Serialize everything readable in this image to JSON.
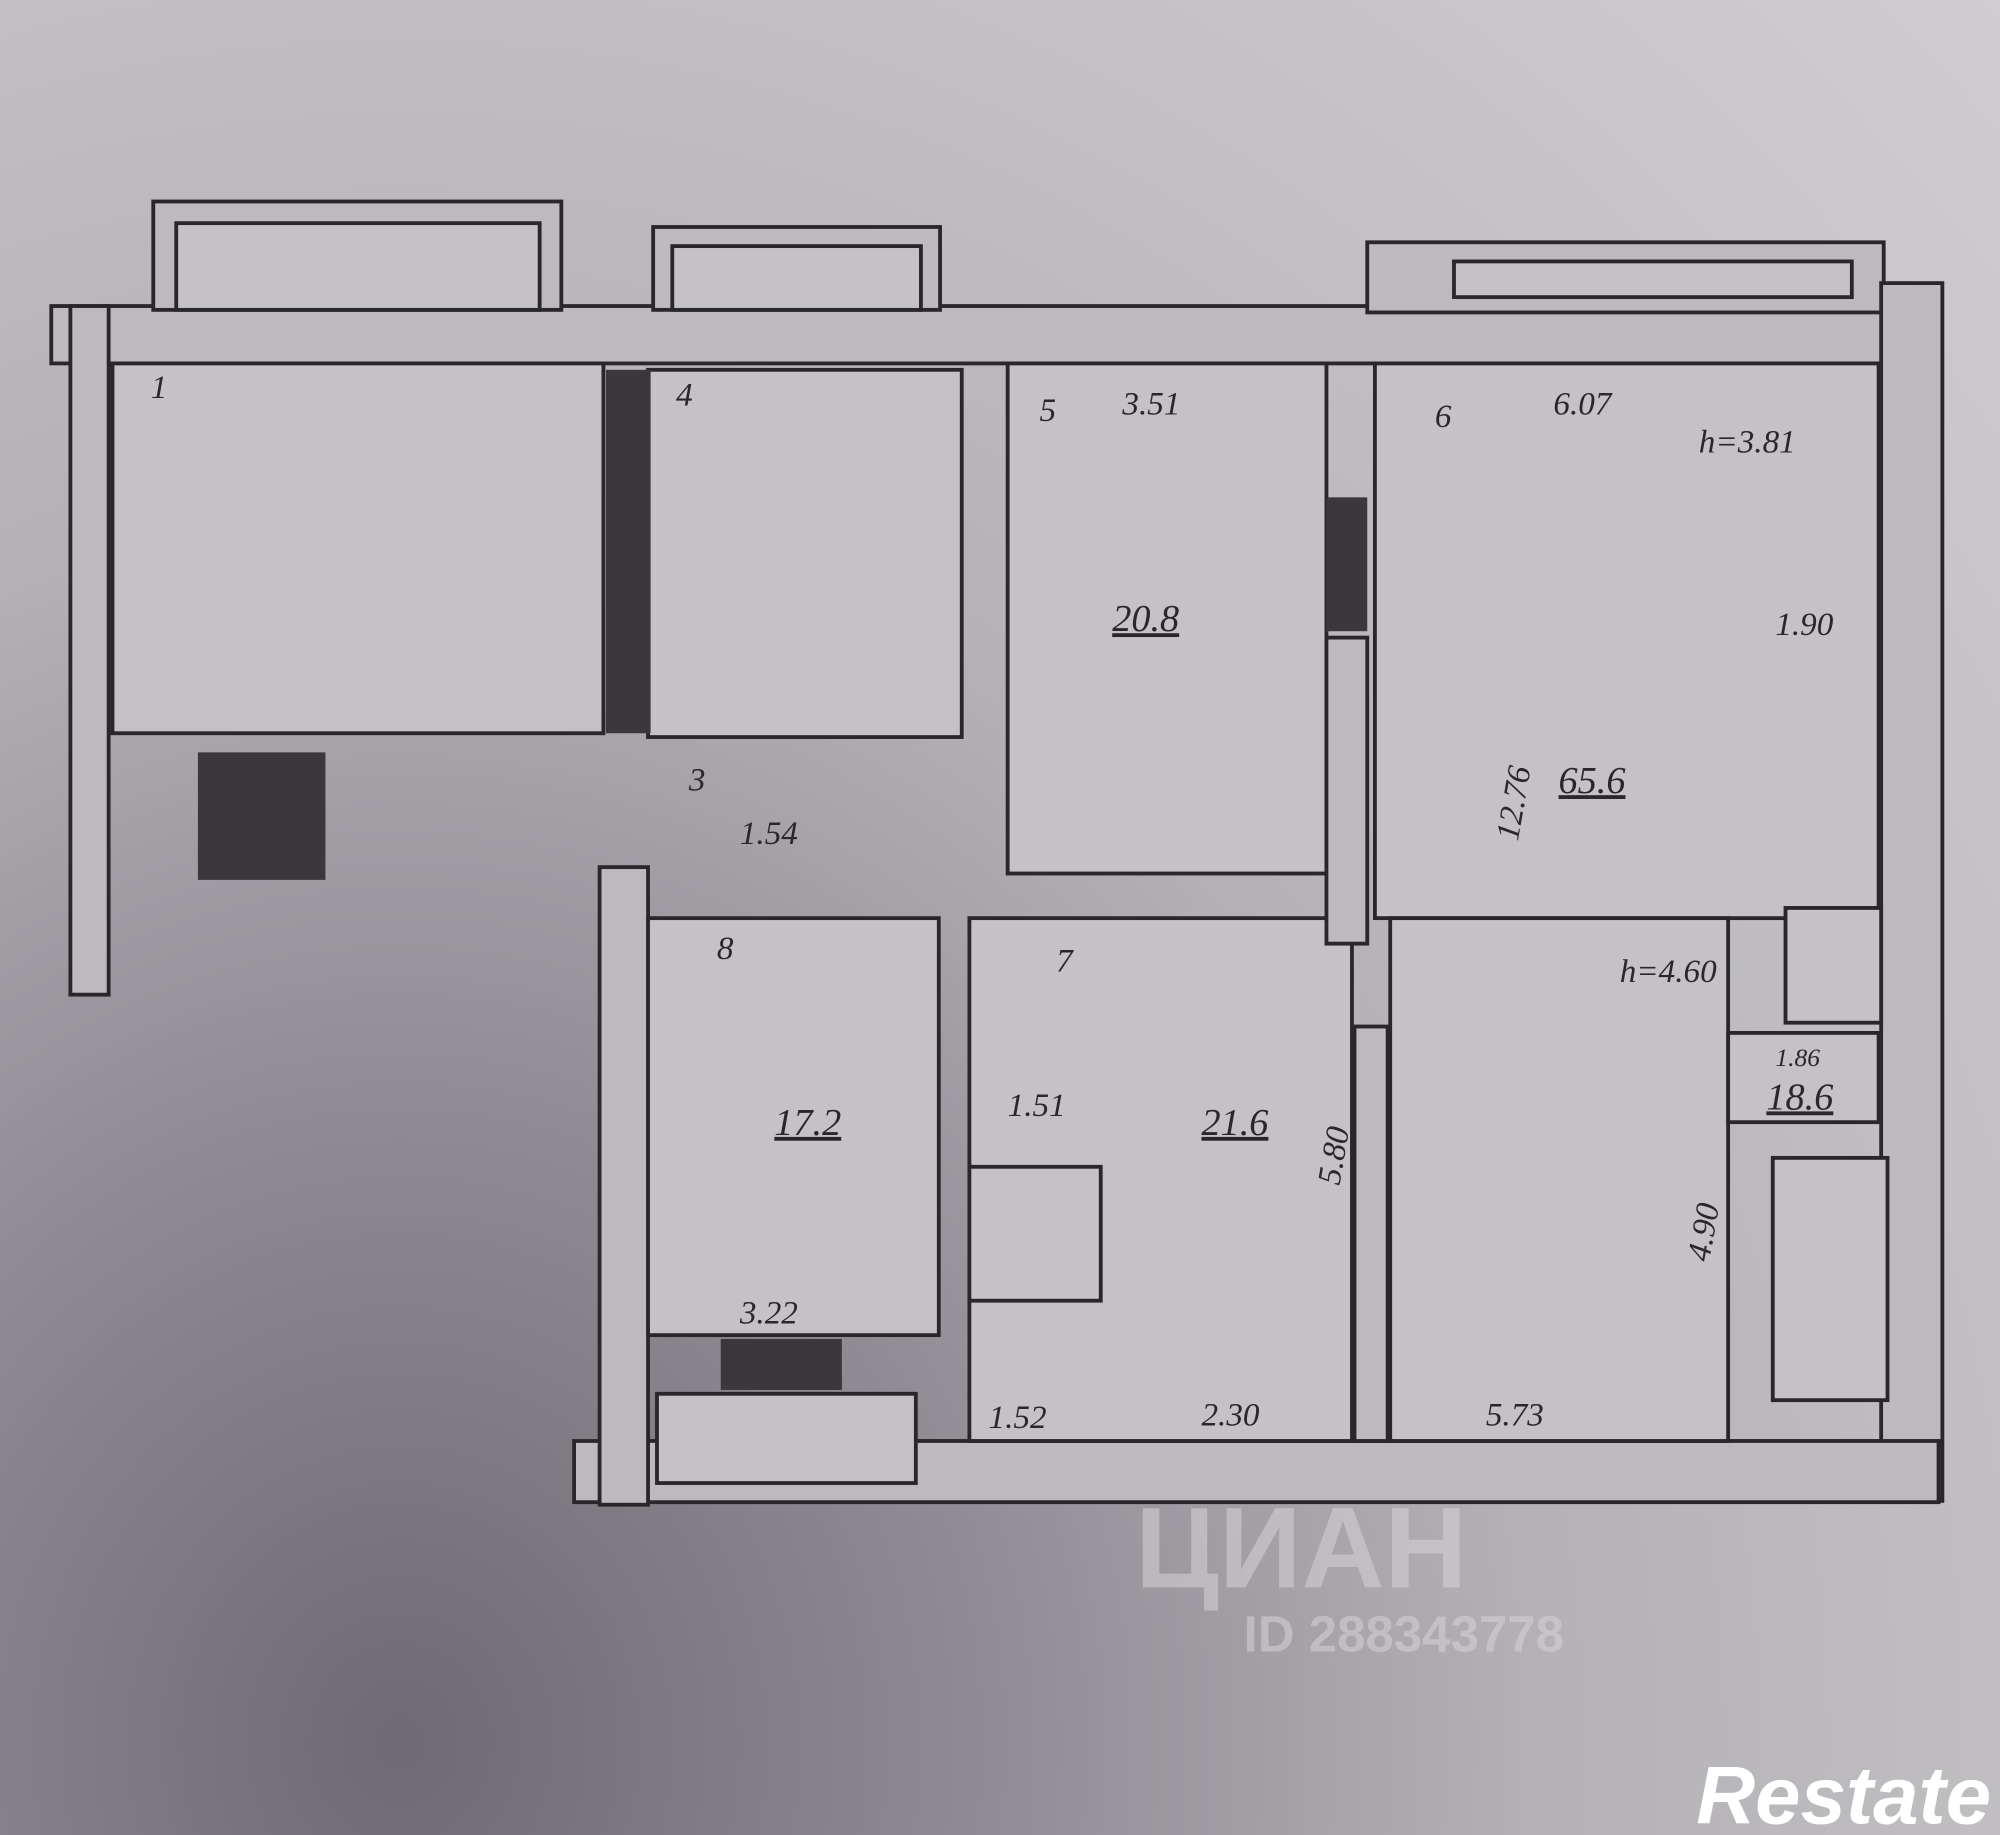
{
  "plan": {
    "room_numbers": [
      "1",
      "4",
      "5",
      "6",
      "3",
      "8",
      "7"
    ],
    "areas": [
      "20.8",
      "65.6",
      "17.2",
      "21.6",
      "18.6"
    ],
    "dimensions": [
      "3.51",
      "6.07",
      "h=3.81",
      "1.90",
      "12.76",
      "h=4.60",
      "1.54",
      "3.22",
      "1.51",
      "1.52",
      "2.30",
      "5.73",
      "1.86",
      "5.80",
      "4.90"
    ]
  },
  "watermark": {
    "brand": "ЦИАН",
    "id": "ID 288343778"
  },
  "logo": {
    "text": "Restate"
  },
  "colors": {
    "paper": "#c4c2c5",
    "ink": "#2a272b"
  }
}
